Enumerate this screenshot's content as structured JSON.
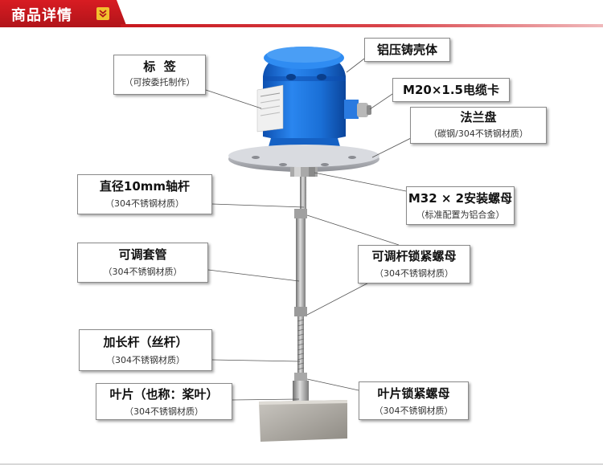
{
  "header": {
    "title": "商品详情"
  },
  "labels": [
    {
      "id": "housing",
      "title": "铝压铸壳体",
      "sub": ""
    },
    {
      "id": "tag",
      "title": "标  签",
      "sub": "（可按委托制作）"
    },
    {
      "id": "cable",
      "title": "M20×1.5电缆卡",
      "sub": ""
    },
    {
      "id": "flange",
      "title": "法兰盘",
      "sub": "（碳钢/304不锈钢材质）"
    },
    {
      "id": "shaft",
      "title": "直径10mm轴杆",
      "sub": "（304不锈钢材质）"
    },
    {
      "id": "nut",
      "title": "M32 × 2安装螺母",
      "sub": "（标准配置为铝合金）"
    },
    {
      "id": "sleeve",
      "title": "可调套管",
      "sub": "（304不锈钢材质）"
    },
    {
      "id": "locknut",
      "title": "可调杆锁紧螺母",
      "sub": "（304不锈钢材质）"
    },
    {
      "id": "extension",
      "title": "加长杆（丝杆）",
      "sub": "（304不锈钢材质）"
    },
    {
      "id": "blade",
      "title": "叶片（也称：桨叶）",
      "sub": "（304不锈钢材质）"
    },
    {
      "id": "bladenut",
      "title": "叶片锁紧螺母",
      "sub": "（304不锈钢材质）"
    }
  ],
  "colors": {
    "header_red": "#c8171d",
    "housing_blue": "#1a6fd6",
    "badge_yellow": "#f2c12e"
  }
}
